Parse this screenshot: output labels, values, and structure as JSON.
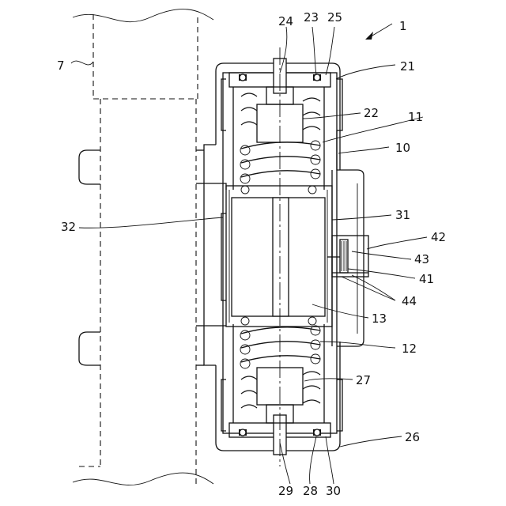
{
  "figure": {
    "labels": {
      "l1": "1",
      "l7": "7",
      "l10": "10",
      "l11": "11",
      "l12": "12",
      "l13": "13",
      "l21": "21",
      "l22": "22",
      "l23": "23",
      "l24": "24",
      "l25": "25",
      "l26": "26",
      "l27": "27",
      "l28": "28",
      "l29": "29",
      "l30": "30",
      "l31": "31",
      "l32": "32",
      "l41": "41",
      "l42": "42",
      "l43": "43",
      "l44": "44"
    },
    "colors": {
      "line": "#111111",
      "background": "#ffffff"
    }
  }
}
